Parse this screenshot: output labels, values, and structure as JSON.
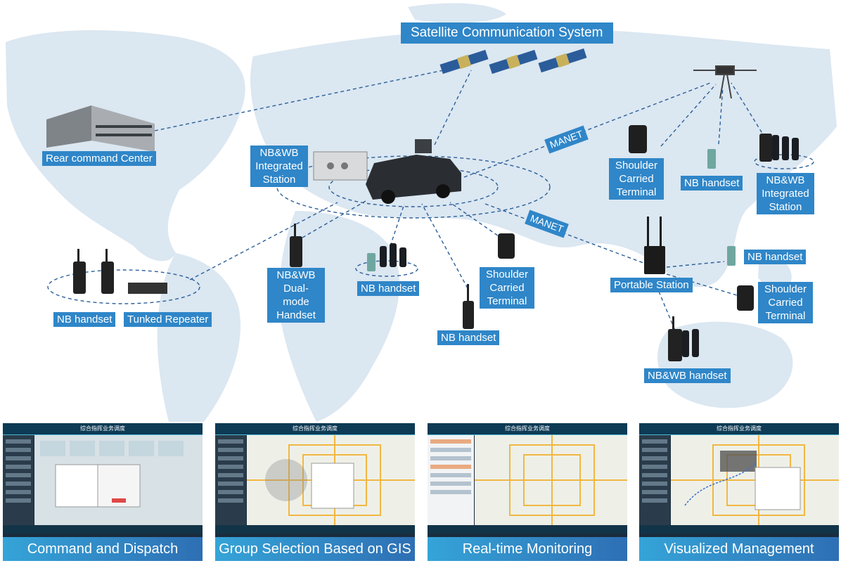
{
  "diagram": {
    "title": "Satellite Communication System",
    "labels": {
      "rear_command": "Rear command Center",
      "integrated_station_left": "NB&WB\nIntegrated\nStation",
      "manet_top": "MANET",
      "manet_bottom": "MANET",
      "shoulder_top": "Shoulder\nCarried\nTerminal",
      "nb_handset_top": "NB handset",
      "integrated_station_right": "NB&WB\nIntegrated\nStation",
      "dual_mode": "NB&WB\nDual-mode\nHandset",
      "nb_handset_group": "NB handset",
      "shoulder_mid": "Shoulder\nCarried\nTerminal",
      "portable_station": "Portable Station",
      "nb_handset_right": "NB handset",
      "shoulder_right": "Shoulder\nCarried\nTerminal",
      "nb_handset_left": "NB handset",
      "trunked_repeater": "Tunked Repeater",
      "nb_handset_center": "NB handset",
      "nbwb_handset": "NB&WB handset"
    },
    "colors": {
      "label_bg": "#2f86c8",
      "link_line": "#2c5f99",
      "map": "#dbe7f1"
    }
  },
  "panels": [
    {
      "caption": "Command and Dispatch",
      "title": "综合指挥业务调度"
    },
    {
      "caption": "Group Selection Based on GIS",
      "title": "综合指挥业务调度"
    },
    {
      "caption": "Real-time Monitoring",
      "title": "综合指挥业务调度"
    },
    {
      "caption": "Visualized Management",
      "title": "综合指挥业务调度"
    }
  ]
}
